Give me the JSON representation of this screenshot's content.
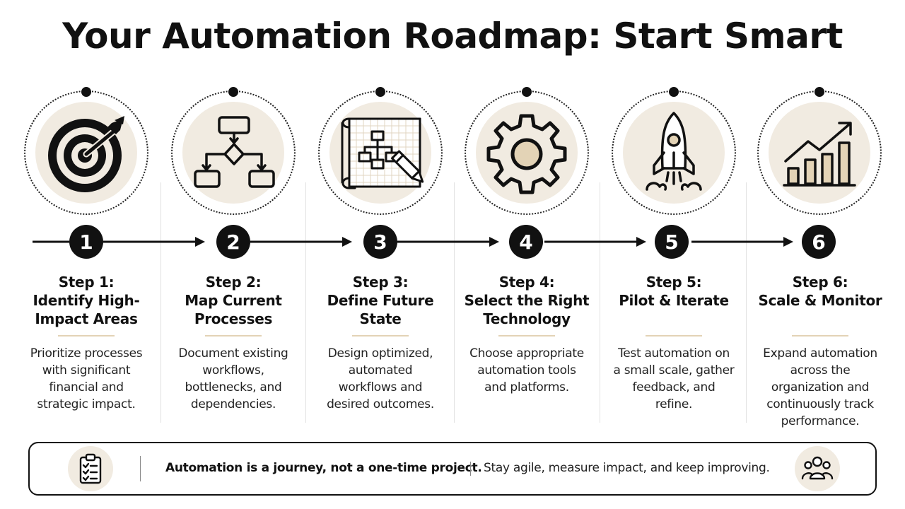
{
  "title": "Your Automation Roadmap: Start Smart",
  "steps": [
    {
      "number": "1",
      "title_lines": [
        "Step 1:",
        "Identify High-",
        "Impact Areas"
      ],
      "description_lines": [
        "Prioritize processes",
        "with significant",
        "financial and",
        "strategic impact."
      ],
      "icon": "target-icon"
    },
    {
      "number": "2",
      "title_lines": [
        "Step 2:",
        "Map Current",
        "Processes"
      ],
      "description_lines": [
        "Document existing",
        "workflows,",
        "bottlenecks, and",
        "dependencies."
      ],
      "icon": "flowchart-icon"
    },
    {
      "number": "3",
      "title_lines": [
        "Step 3:",
        "Define Future",
        "State"
      ],
      "description_lines": [
        "Design optimized,",
        "automated",
        "workflows and",
        "desired outcomes."
      ],
      "icon": "blueprint-icon"
    },
    {
      "number": "4",
      "title_lines": [
        "Step 4:",
        "Select the Right",
        "Technology"
      ],
      "description_lines": [
        "Choose appropriate",
        "automation tools",
        "and platforms."
      ],
      "icon": "gear-icon"
    },
    {
      "number": "5",
      "title_lines": [
        "Step 5:",
        "Pilot & Iterate"
      ],
      "description_lines": [
        "Test automation on",
        "a small scale, gather",
        "feedback, and",
        "refine."
      ],
      "icon": "rocket-icon"
    },
    {
      "number": "6",
      "title_lines": [
        "Step 6:",
        "Scale & Monitor"
      ],
      "description_lines": [
        "Expand automation",
        "across the",
        "organization and",
        "continuously track",
        "performance."
      ],
      "icon": "growth-chart-icon"
    }
  ],
  "footer": {
    "left_icon": "clipboard-checklist-icon",
    "right_icon": "team-icon",
    "bold_text": "Automation is a journey, not a one-time project.",
    "regular_text": "Stay agile, measure impact, and keep improving."
  },
  "colors": {
    "accent_disc": "#f1ebe1",
    "accent_rule": "#e3d3b6",
    "ink": "#111111"
  }
}
